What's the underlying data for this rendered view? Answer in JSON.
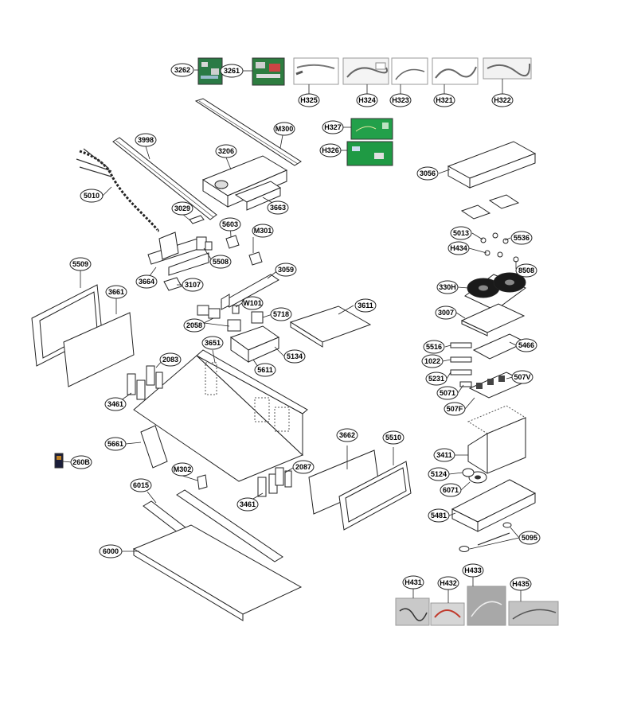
{
  "labels": [
    "3262",
    "3261",
    "H325",
    "H324",
    "H323",
    "H321",
    "H322",
    "H327",
    "H326",
    "M300",
    "3998",
    "3206",
    "3663",
    "5010",
    "3029",
    "5603",
    "M301",
    "5508",
    "3664",
    "3107",
    "3059",
    "5509",
    "3661",
    "W101",
    "5718",
    "2058",
    "3611",
    "5134",
    "5611",
    "3651",
    "2083",
    "3461",
    "5661",
    "260B",
    "M302",
    "2087",
    "3662",
    "5510",
    "6015",
    "6000",
    "3056",
    "5013",
    "5536",
    "H434",
    "8508",
    "330H",
    "3007",
    "5516",
    "5466",
    "1022",
    "5231",
    "5071",
    "507V",
    "507F",
    "3411",
    "5124",
    "6071",
    "5481",
    "5095",
    "H431",
    "H432",
    "H433",
    "H435"
  ],
  "colors": {
    "pcb_green": "#1e8a3a",
    "pcb_dark": "#2e5a3a",
    "photo_grey": "#8a8a8a",
    "line": "#222222",
    "wire_red": "#c0392b"
  }
}
